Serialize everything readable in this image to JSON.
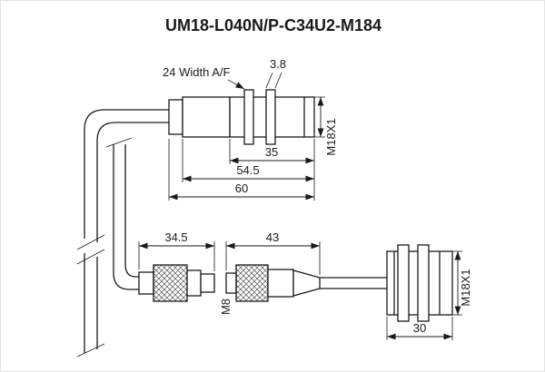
{
  "title": "UM18-L040N/P-C34U2-M184",
  "colors": {
    "line": "#1a1a1a",
    "background": "#ffffff"
  },
  "top_view": {
    "width_af_label": "24 Width A/F",
    "nut_thickness": "3.8",
    "thread_length": "35",
    "body_length": "54.5",
    "total_length": "60",
    "thread_spec": "M18X1"
  },
  "connector_view": {
    "socket_length": "34.5",
    "plug_length": "43",
    "plug_thread": "M8"
  },
  "end_view": {
    "housing_length": "30",
    "thread_spec": "M18X1"
  }
}
